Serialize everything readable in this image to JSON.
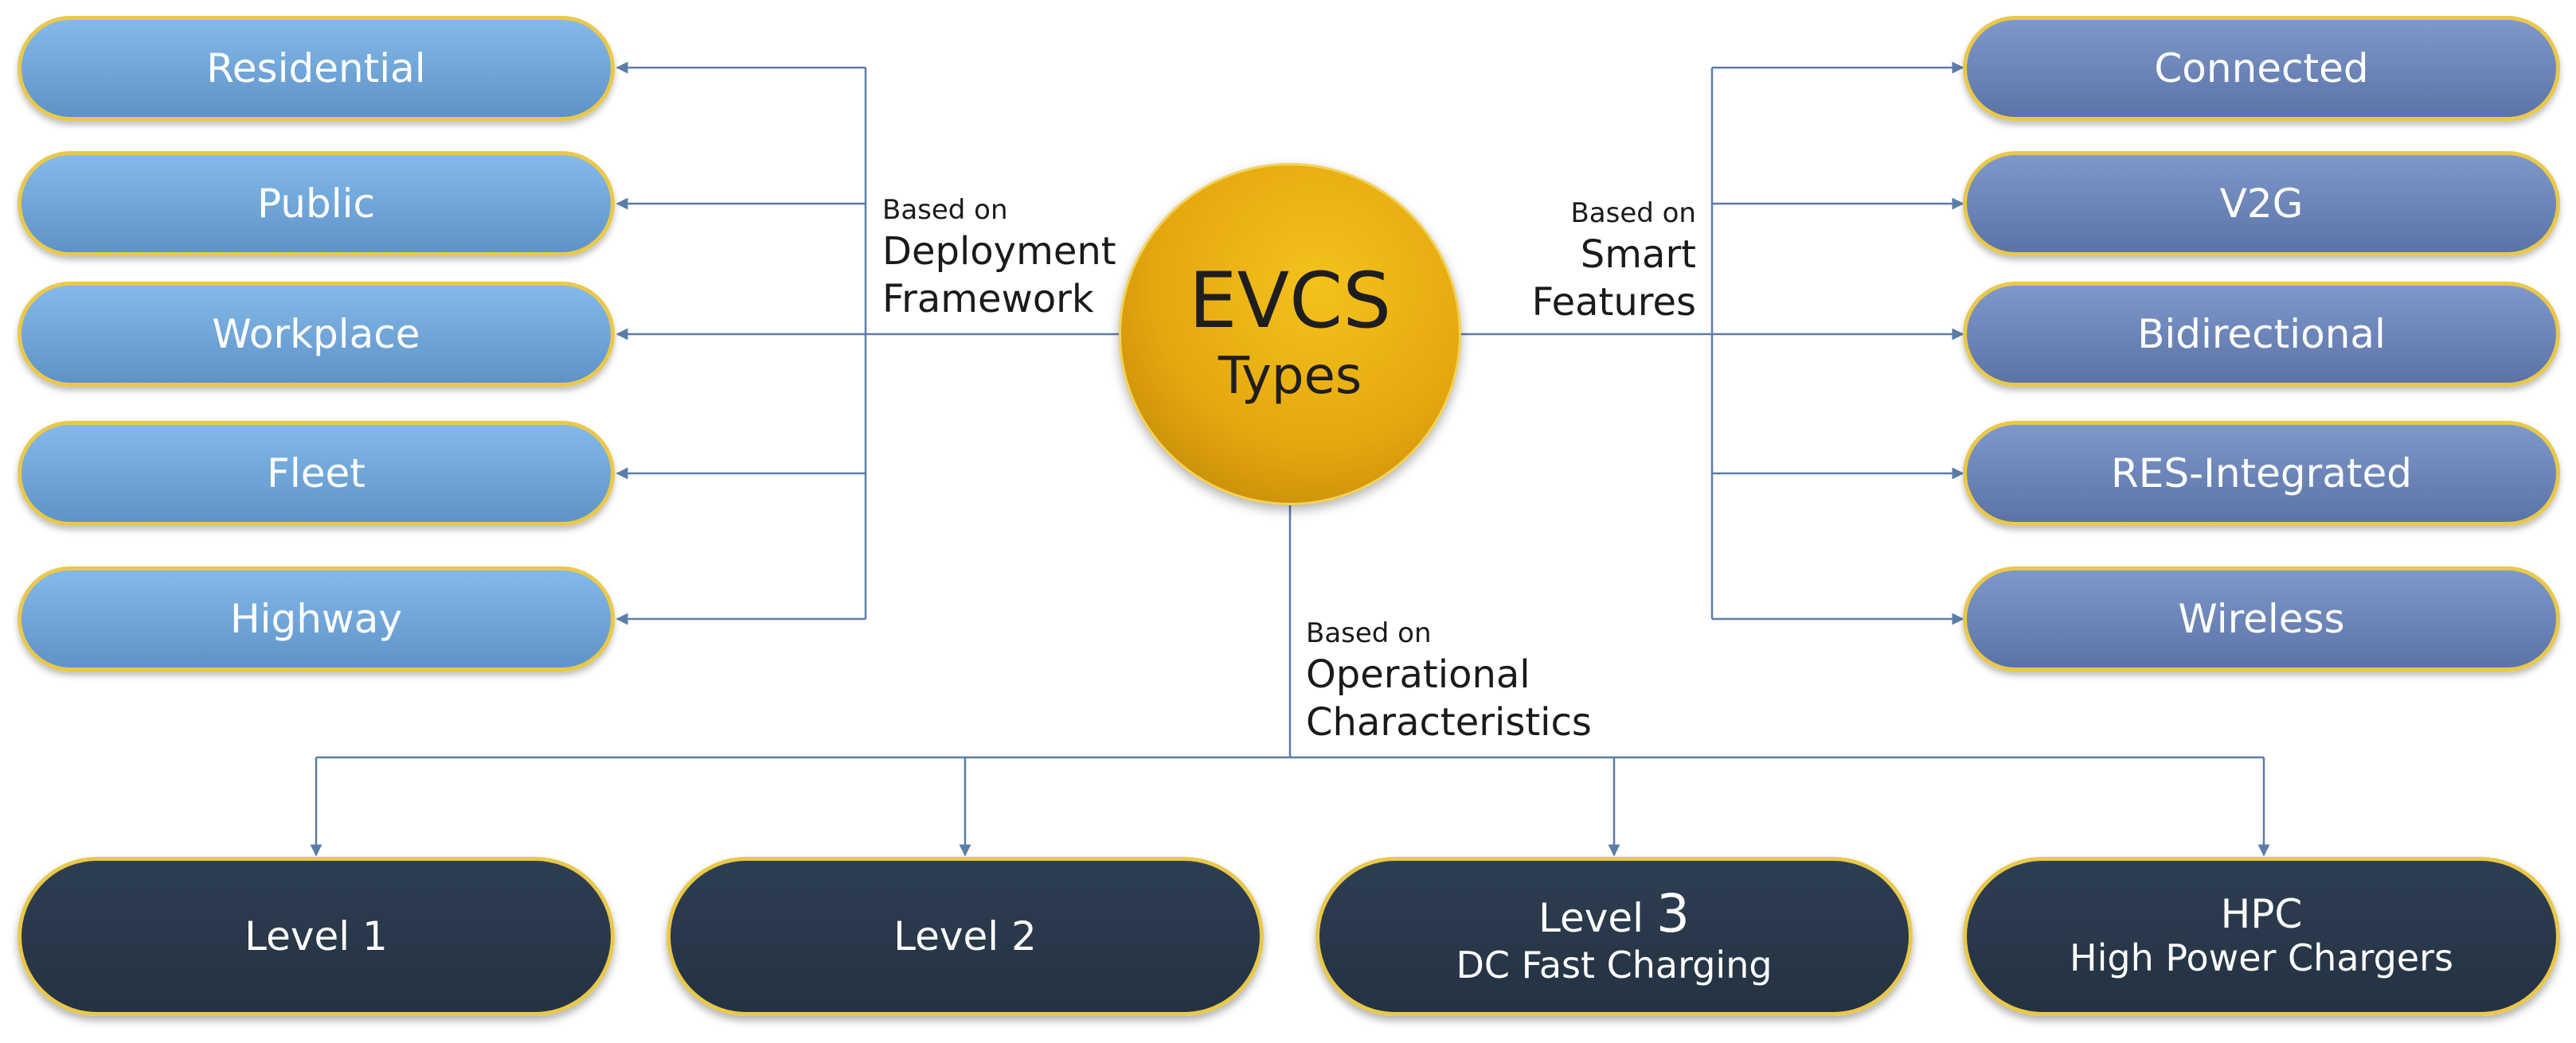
{
  "center": {
    "title": "EVCS",
    "subtitle": "Types"
  },
  "branches": {
    "deployment": {
      "prefix": "Based on",
      "line1": "Deployment",
      "line2": "Framework"
    },
    "smart": {
      "prefix": "Based on",
      "line1": "Smart",
      "line2": "Features"
    },
    "operational": {
      "prefix": "Based on",
      "line1": "Operational",
      "line2": "Characteristics"
    }
  },
  "deployment_items": [
    "Residential",
    "Public",
    "Workplace",
    "Fleet",
    "Highway"
  ],
  "smart_items": [
    "Connected",
    "V2G",
    "Bidirectional",
    "RES-Integrated",
    "Wireless"
  ],
  "operational_items": [
    {
      "pre": "Level 1",
      "num": "",
      "sub": ""
    },
    {
      "pre": "Level 2",
      "num": "",
      "sub": ""
    },
    {
      "pre": "Level ",
      "num": "3",
      "sub": "DC Fast Charging"
    },
    {
      "pre": "HPC",
      "num": "",
      "sub": "High Power Chargers"
    }
  ],
  "colors": {
    "deployment_fill": "#6fa5da",
    "smart_fill": "#6d86ba",
    "operational_fill": "#29394b",
    "border_gold": "#e9c84a",
    "hub_gold": "#e5a70f",
    "connector": "#5a7da8"
  }
}
